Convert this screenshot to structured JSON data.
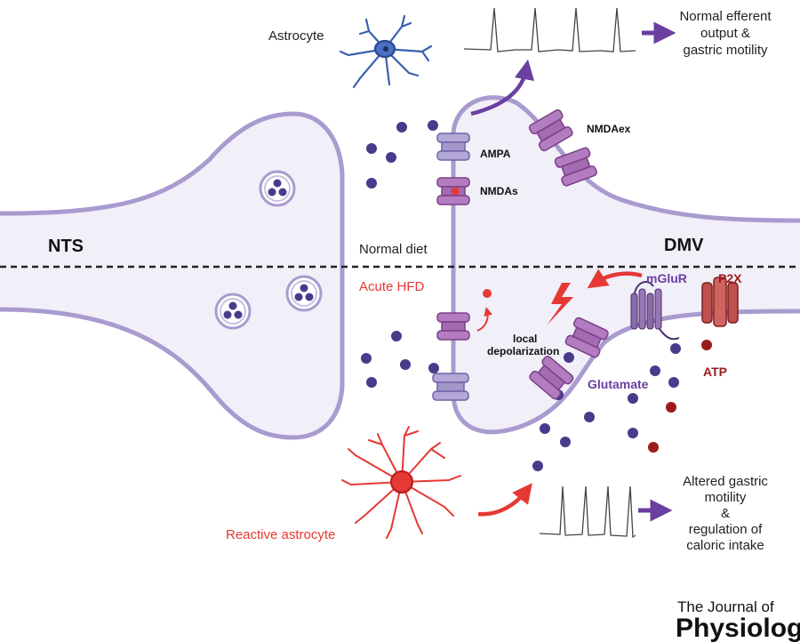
{
  "labels": {
    "astrocyte": "Astrocyte",
    "reactive_astrocyte": "Reactive astrocyte",
    "nts": "NTS",
    "dmv": "DMV",
    "normal_diet": "Normal diet",
    "acute_hfd": "Acute HFD",
    "ampa": "AMPA",
    "nmdas": "NMDAs",
    "nmdaex": "NMDAex",
    "mglur": "mGluR",
    "p2x": "P2X",
    "atp": "ATP",
    "glutamate": "Glutamate",
    "local_depol_1": "local",
    "local_depol_2": "depolarization"
  },
  "outputs": {
    "normal": [
      "Normal efferent",
      "output &",
      "gastric motility"
    ],
    "altered": [
      "Altered gastric",
      "motility",
      "&",
      "regulation of",
      "caloric intake"
    ]
  },
  "journal": {
    "line1": "The Journal of",
    "line2": "Physiology"
  },
  "colors": {
    "membrane": "#a99bcf",
    "membrane_fill": "#f1eff8",
    "glutamate": "#4a3a8c",
    "atp": "#9b1b1b",
    "receptor": "#9c5ba8",
    "reactive": "#e53935",
    "astrocyte": "#3a5fb0",
    "arrow_purple": "#6a3fa0",
    "p2x": "#c0504d",
    "atp_text": "#9b1b1b",
    "mglur_text": "#6a3fa0"
  }
}
